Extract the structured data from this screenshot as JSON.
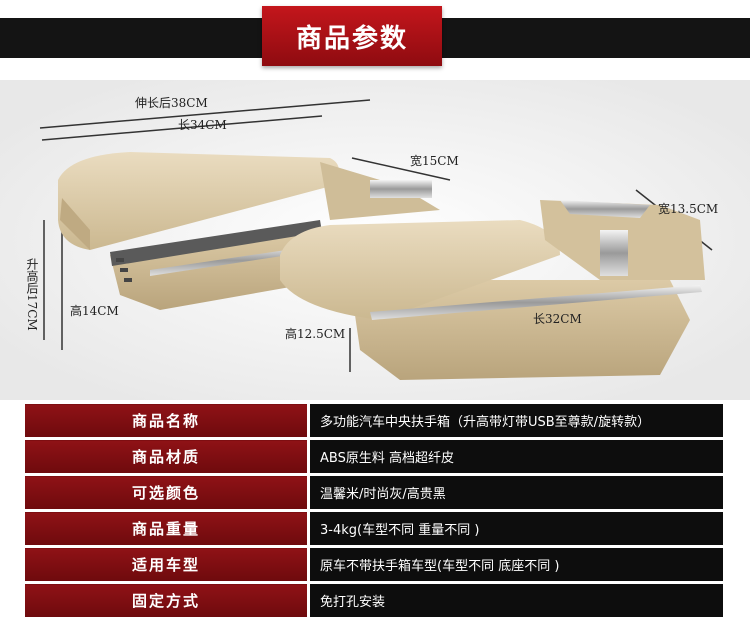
{
  "header": {
    "title": "商品参数",
    "accent_color": "#b3121a",
    "bar_color": "#141414"
  },
  "dimensions": {
    "extended_length": "伸长后38CM",
    "length_left": "长34CM",
    "width_left": "宽15CM",
    "raised_height": "升高后17CM",
    "height_left": "高14CM",
    "height_right": "高12.5CM",
    "length_right": "长32CM",
    "width_right": "宽13.5CM"
  },
  "specs": [
    {
      "label": "商品名称",
      "value": "多功能汽车中央扶手箱（升高带灯带USB至尊款/旋转款）"
    },
    {
      "label": "商品材质",
      "value": "ABS原生料 高档超纤皮"
    },
    {
      "label": "可选颜色",
      "value": "温馨米/时尚灰/高贵黑"
    },
    {
      "label": "商品重量",
      "value": "3-4kg(车型不同 重量不同 )"
    },
    {
      "label": "适用车型",
      "value": "原车不带扶手箱车型(车型不同 底座不同 )"
    },
    {
      "label": "固定方式",
      "value": "免打孔安装"
    }
  ],
  "colors": {
    "label_bg": "#7d0e11",
    "value_bg": "#0d0d0d",
    "product_beige": "#d9c8a6"
  }
}
